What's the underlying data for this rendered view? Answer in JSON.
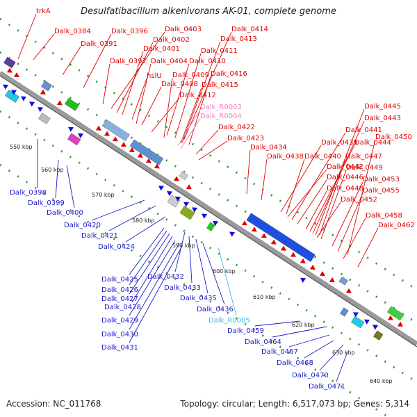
{
  "title": "Desulfatibacillum alkenivorans AK-01, complete genome",
  "footer": {
    "accession": "Accession: NC_011768",
    "summary": "Topology: circular; Length: 6,517,073 bp; Genes: 5,314"
  },
  "colors": {
    "upper_labels": "#e00000",
    "lower_labels": "#1a1acc",
    "rna_pink": "#f080c0",
    "rna_cyan": "#30c0f0",
    "backbone": "#9a9a9a",
    "dots": "#2e9a2e",
    "forward_arrow": "#e00000",
    "reverse_arrow": "#1010dd"
  },
  "scale_ticks": [
    "550 kbp",
    "560 kbp",
    "570 kbp",
    "580 kbp",
    "590 kbp",
    "600 kbp",
    "610 kbp",
    "620 kbp",
    "630 kbp",
    "640 kbp"
  ],
  "upper_labels": [
    "trkA",
    "Dalk_0384",
    "Dalk_0396",
    "Dalk_0403",
    "Dalk_0414",
    "Dalk_0402",
    "Dalk_0413",
    "Dalk_0391",
    "Dalk_0401",
    "Dalk_0411",
    "Dalk_0397",
    "Dalk_0404",
    "Dalk_0410",
    "hslU",
    "Dalk_0409",
    "Dalk_0416",
    "Dalk_0408",
    "Dalk_0415",
    "Dalk_0412",
    "Dalk_R0003",
    "Dalk_R0004",
    "Dalk_0422",
    "Dalk_0423",
    "Dalk_0434",
    "Dalk_0445",
    "Dalk_0443",
    "Dalk_0441",
    "Dalk_0450",
    "Dalk_0439",
    "Dalk_0444",
    "Dalk_0438",
    "Dalk_0440",
    "Dalk_0447",
    "Dalk_0442",
    "Dalk_0449",
    "Dalk_0446",
    "Dalk_0453",
    "Dalk_0448",
    "Dalk_0455",
    "Dalk_0452",
    "Dalk_0458",
    "Dalk_0462"
  ],
  "lower_labels": [
    "Dalk_0398",
    "Dalk_0399",
    "Dalk_0400",
    "Dalk_0420",
    "Dalk_0421",
    "Dalk_0424",
    "Dalk_0425",
    "Dalk_0432",
    "Dalk_0426",
    "Dalk_0433",
    "Dalk_0427",
    "Dalk_0435",
    "Dalk_0428",
    "Dalk_0436",
    "Dalk_0429",
    "Dalk_R0005",
    "Dalk_0459",
    "Dalk_0430",
    "Dalk_0464",
    "Dalk_0431",
    "Dalk_0467",
    "Dalk_0468",
    "Dalk_0470",
    "Dalk_0471"
  ]
}
